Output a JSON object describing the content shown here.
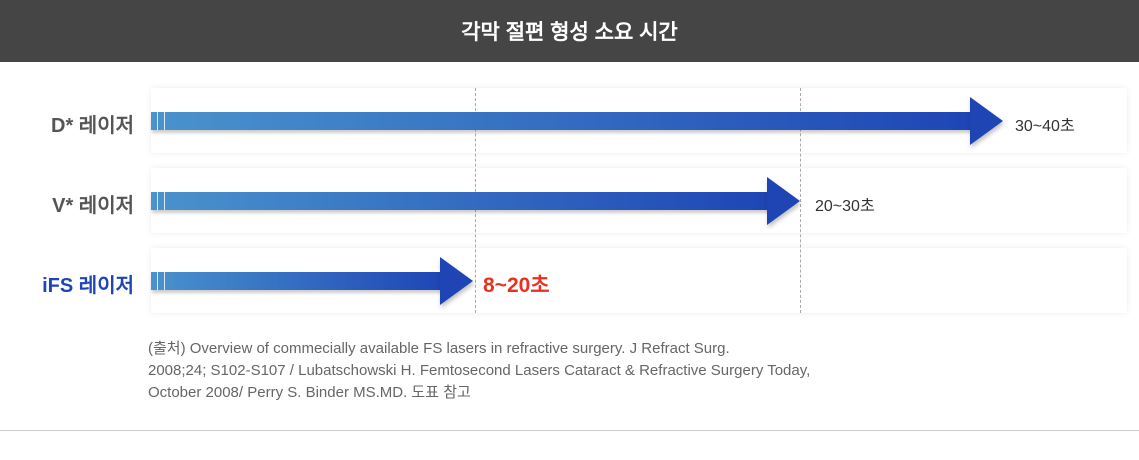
{
  "title": "각막 절편 형성 소요 시간",
  "rows": [
    {
      "label": "D* 레이저",
      "value": "30~40초"
    },
    {
      "label": "V* 레이저",
      "value": "20~30초"
    },
    {
      "label": "iFS 레이저",
      "value": "8~20초"
    }
  ],
  "source": [
    "(출처) Overview of commecially available FS lasers in refractive surgery. J Refract Surg.",
    "2008;24; S102-S107 / Lubatschowski H. Femtosecond Lasers Cataract & Refractive Surgery Today,",
    "October 2008/ Perry S. Binder MS.MD. 도표 참고"
  ],
  "colors": {
    "header": "#454545",
    "highlight_label": "#1f45b5",
    "highlight_value": "#e8311f",
    "arrow_start": "#4a93cc",
    "arrow_end": "#1f45b5"
  }
}
